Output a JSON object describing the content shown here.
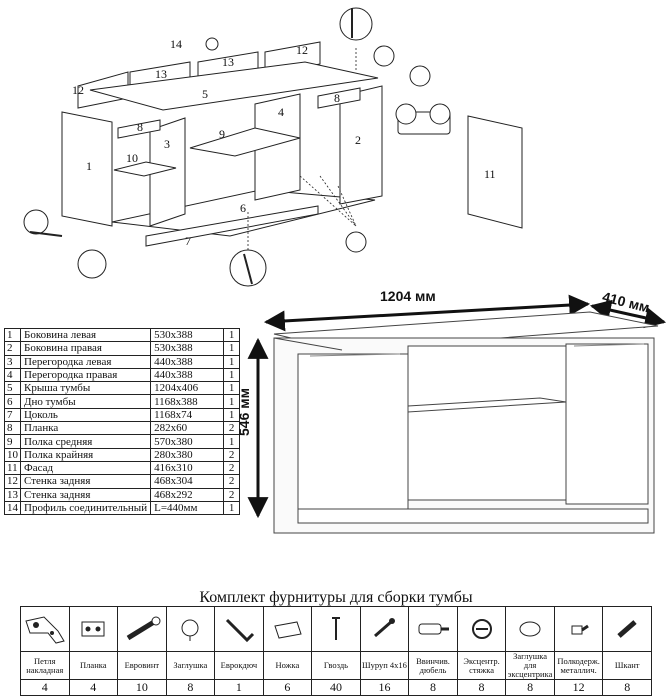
{
  "callouts": [
    "1",
    "2",
    "3",
    "4",
    "5",
    "6",
    "7",
    "8",
    "8",
    "9",
    "10",
    "11",
    "12",
    "12",
    "13",
    "13",
    "14"
  ],
  "parts": [
    {
      "n": "1",
      "name": "Боковина левая",
      "dim": "530x388",
      "qty": "1"
    },
    {
      "n": "2",
      "name": "Боковина правая",
      "dim": "530x388",
      "qty": "1"
    },
    {
      "n": "3",
      "name": "Перегородка левая",
      "dim": "440x388",
      "qty": "1"
    },
    {
      "n": "4",
      "name": "Перегородка правая",
      "dim": "440x388",
      "qty": "1"
    },
    {
      "n": "5",
      "name": "Крыша тумбы",
      "dim": "1204x406",
      "qty": "1"
    },
    {
      "n": "6",
      "name": "Дно тумбы",
      "dim": "1168x388",
      "qty": "1"
    },
    {
      "n": "7",
      "name": "Цоколь",
      "dim": "1168x74",
      "qty": "1"
    },
    {
      "n": "8",
      "name": "Планка",
      "dim": "282x60",
      "qty": "2"
    },
    {
      "n": "9",
      "name": "Полка средняя",
      "dim": "570x380",
      "qty": "1"
    },
    {
      "n": "10",
      "name": "Полка крайняя",
      "dim": "280x380",
      "qty": "2"
    },
    {
      "n": "11",
      "name": "Фасад",
      "dim": "416x310",
      "qty": "2"
    },
    {
      "n": "12",
      "name": "Стенка задняя",
      "dim": "468x304",
      "qty": "2"
    },
    {
      "n": "13",
      "name": "Стенка задняя",
      "dim": "468x292",
      "qty": "2"
    },
    {
      "n": "14",
      "name": "Профиль соединительный",
      "dim": "L=440мм",
      "qty": "1"
    }
  ],
  "dimensions": {
    "width": "1204 мм",
    "depth": "410 мм",
    "height": "546 мм"
  },
  "kit": {
    "title": "Комплект фурнитуры для сборки тумбы",
    "items": [
      {
        "label": "Петля накладная",
        "count": "4",
        "icon": "hinge-icon"
      },
      {
        "label": "Планка",
        "count": "4",
        "icon": "plate-icon"
      },
      {
        "label": "Евровинт",
        "count": "10",
        "icon": "euroscrew-icon"
      },
      {
        "label": "Заглушка",
        "count": "8",
        "icon": "cap-icon"
      },
      {
        "label": "Еврокдюч",
        "count": "1",
        "icon": "hex-key-icon"
      },
      {
        "label": "Ножка",
        "count": "6",
        "icon": "foot-icon"
      },
      {
        "label": "Гвоздь",
        "count": "40",
        "icon": "nail-icon"
      },
      {
        "label": "Шуруп 4x16",
        "count": "16",
        "icon": "screw-icon"
      },
      {
        "label": "Ввинчив. дюбель",
        "count": "8",
        "icon": "dowel-icon"
      },
      {
        "label": "Эксцентр. стяжка",
        "count": "8",
        "icon": "cam-lock-icon"
      },
      {
        "label": "Заглушка для эксцентрика",
        "count": "8",
        "icon": "cam-cap-icon"
      },
      {
        "label": "Полкодерж. металлич.",
        "count": "12",
        "icon": "shelf-support-icon"
      },
      {
        "label": "Шкант",
        "count": "8",
        "icon": "wood-dowel-icon"
      }
    ]
  }
}
